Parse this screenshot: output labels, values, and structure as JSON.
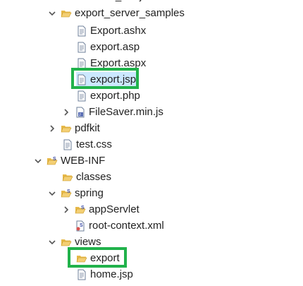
{
  "tree": {
    "cut_top_label": "normal_rootjson",
    "items": [
      {
        "label": "export_server_samples",
        "type": "folder",
        "expanded": true
      },
      {
        "label": "Export.ashx",
        "type": "file"
      },
      {
        "label": "export.asp",
        "type": "file"
      },
      {
        "label": "Export.aspx",
        "type": "file"
      },
      {
        "label": "export.jsp",
        "type": "file"
      },
      {
        "label": "export.php",
        "type": "file"
      },
      {
        "label": "FileSaver.min.js",
        "type": "js-file",
        "expanded": false
      },
      {
        "label": "pdfkit",
        "type": "folder",
        "expanded": false
      },
      {
        "label": "test.css",
        "type": "file"
      },
      {
        "label": "WEB-INF",
        "type": "spring-folder",
        "expanded": true
      },
      {
        "label": "classes",
        "type": "folder"
      },
      {
        "label": "spring",
        "type": "spring-folder",
        "expanded": true
      },
      {
        "label": "appServlet",
        "type": "spring-folder",
        "expanded": false
      },
      {
        "label": "root-context.xml",
        "type": "xml-file"
      },
      {
        "label": "views",
        "type": "folder",
        "expanded": true
      },
      {
        "label": "export",
        "type": "folder"
      },
      {
        "label": "home.jsp",
        "type": "file"
      }
    ]
  },
  "colors": {
    "highlight": "#21b24b",
    "selection": "#cce8ff",
    "folder": "#e7b94a"
  }
}
